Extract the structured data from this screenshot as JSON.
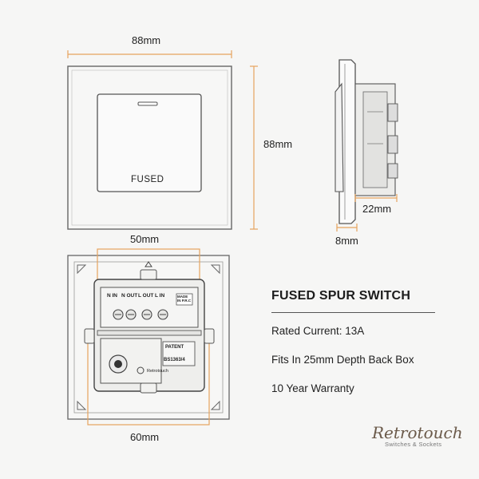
{
  "accent_color": "#e7a45e",
  "dimensions": {
    "front_width": "88mm",
    "front_height": "88mm",
    "side_depth": "22mm",
    "side_plate": "8mm",
    "back_inner": "50mm",
    "back_outer": "60mm"
  },
  "switch_label": "FUSED",
  "back_markings": {
    "terminals": [
      "N IN",
      "N OUT",
      "L OUT",
      "L IN"
    ],
    "made_in": "MADE IN P.R.C",
    "patent": "PATENT",
    "standard": "BS1363/4",
    "brand_small": "Retrotouch"
  },
  "spec": {
    "title": "FUSED SPUR SWITCH",
    "items": [
      "Rated Current: 13A",
      "Fits In 25mm Depth Back Box",
      "10 Year Warranty"
    ]
  },
  "brand": {
    "name": "Retrotouch",
    "tagline": "Switches & Sockets"
  }
}
